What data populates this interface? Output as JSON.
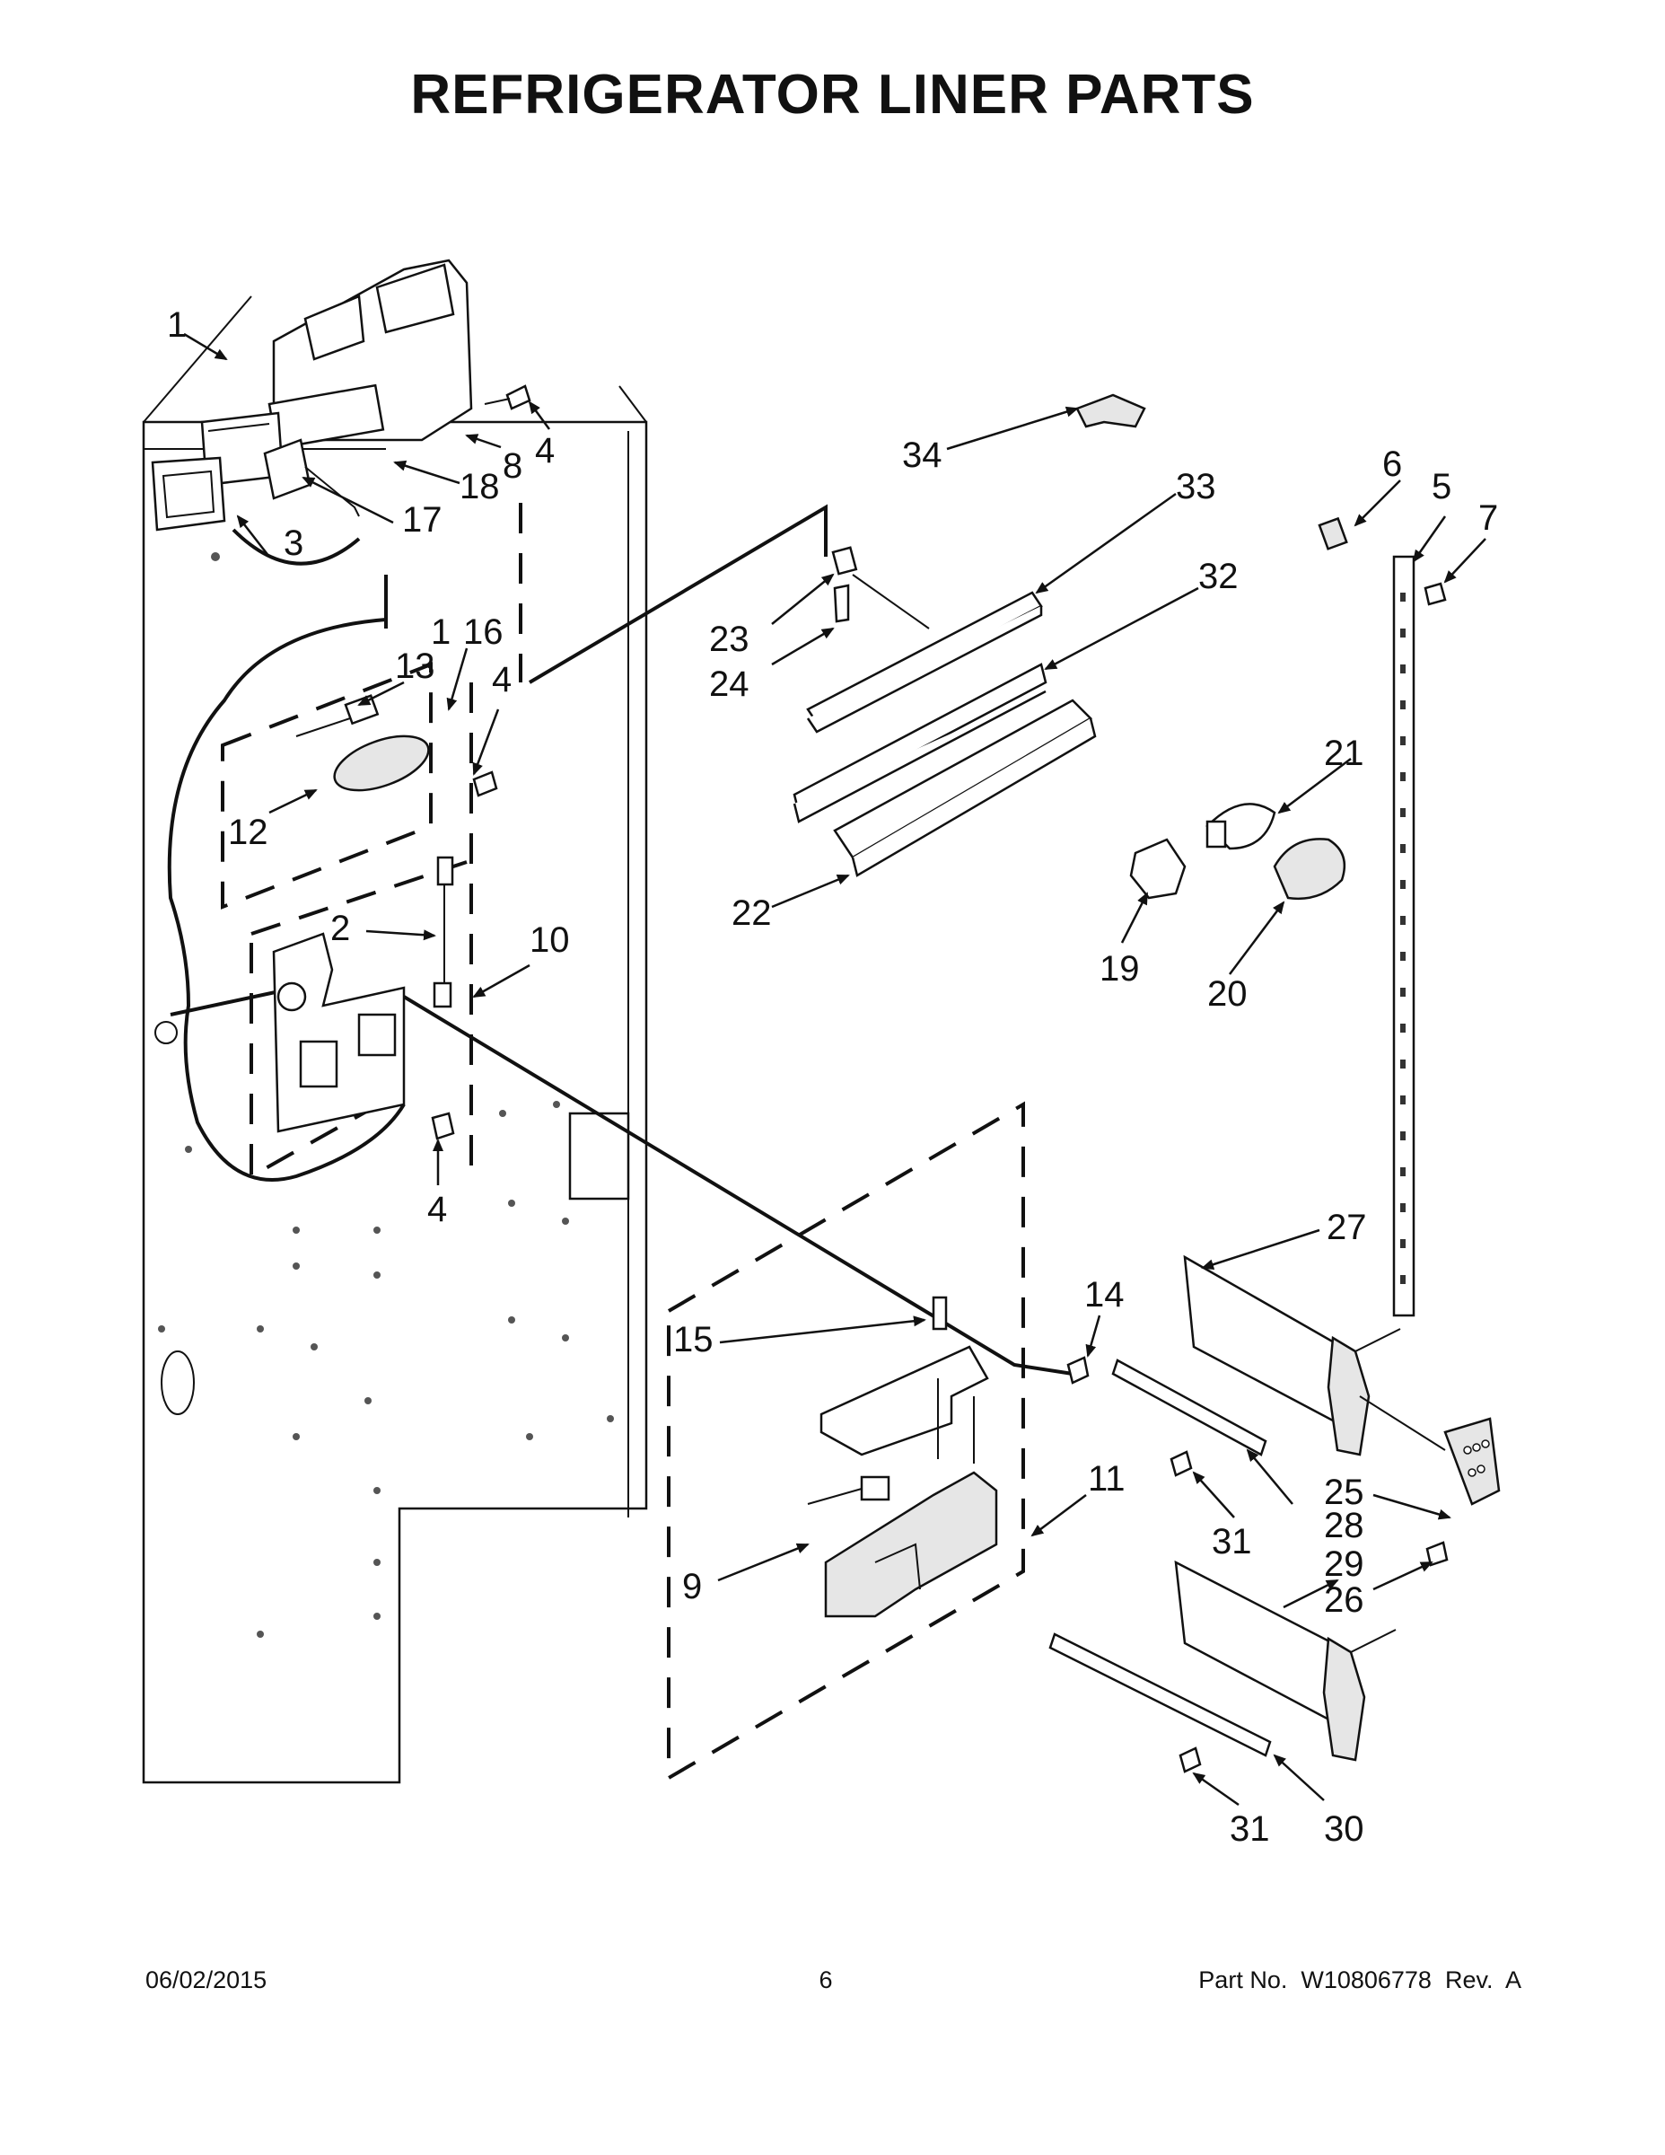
{
  "title": "REFRIGERATOR LINER PARTS",
  "footer": {
    "date": "06/02/2015",
    "page": "6",
    "part_no": "Part No.  W10806778  Rev.  A"
  },
  "callouts": {
    "c1": "1",
    "c2": "2",
    "c3": "3",
    "c4a": "4",
    "c4b": "4",
    "c4c": "4",
    "c5": "5",
    "c6": "6",
    "c7": "7",
    "c8": "8",
    "c9": "9",
    "c10": "10",
    "c11": "11",
    "c12": "12",
    "c13": "13",
    "c13b": "1",
    "c14": "14",
    "c15": "15",
    "c16": "16",
    "c17": "17",
    "c18": "18",
    "c19": "19",
    "c20": "20",
    "c21": "21",
    "c22": "22",
    "c23": "23",
    "c24": "24",
    "c25": "25",
    "c26": "26",
    "c27": "27",
    "c28": "28",
    "c29": "29",
    "c30": "30",
    "c31a": "31",
    "c31b": "31",
    "c32": "32",
    "c33": "33",
    "c34": "34"
  }
}
